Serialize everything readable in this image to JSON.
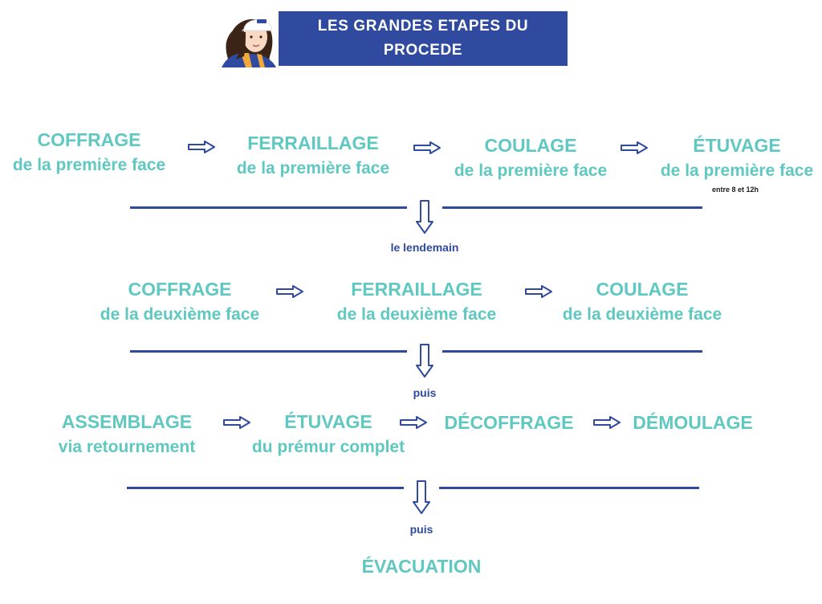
{
  "header": {
    "title_line1": "LES GRANDES ETAPES DU",
    "title_line2": "PROCEDE",
    "colors": {
      "banner": "#2f4a9e",
      "step_text": "#5fc8c0",
      "rule": "#2f4a9e"
    }
  },
  "row1": {
    "steps": [
      {
        "title": "COFFRAGE",
        "sub": "de la première face"
      },
      {
        "title": "FERRAILLAGE",
        "sub": "de la première face"
      },
      {
        "title": "COULAGE",
        "sub": "de la première face"
      },
      {
        "title": "ÉTUVAGE",
        "sub": "de la première face",
        "note": "entre 8 et 12h"
      }
    ]
  },
  "transition1": "le lendemain",
  "row2": {
    "steps": [
      {
        "title": "COFFRAGE",
        "sub": "de la deuxième face"
      },
      {
        "title": "FERRAILLAGE",
        "sub": "de la deuxième face"
      },
      {
        "title": "COULAGE",
        "sub": "de la deuxième face"
      }
    ]
  },
  "transition2": "puis",
  "row3": {
    "steps": [
      {
        "title": "ASSEMBLAGE",
        "sub": "via retournement"
      },
      {
        "title": "ÉTUVAGE",
        "sub": "du prémur complet"
      },
      {
        "title": "DÉCOFFRAGE"
      },
      {
        "title": "DÉMOULAGE"
      }
    ]
  },
  "transition3": "puis",
  "final": {
    "title": "ÉVACUATION"
  },
  "icons": {
    "mascot": "worker-avatar-icon",
    "arrow_right": "arrow-right-icon",
    "arrow_down": "arrow-down-icon"
  }
}
